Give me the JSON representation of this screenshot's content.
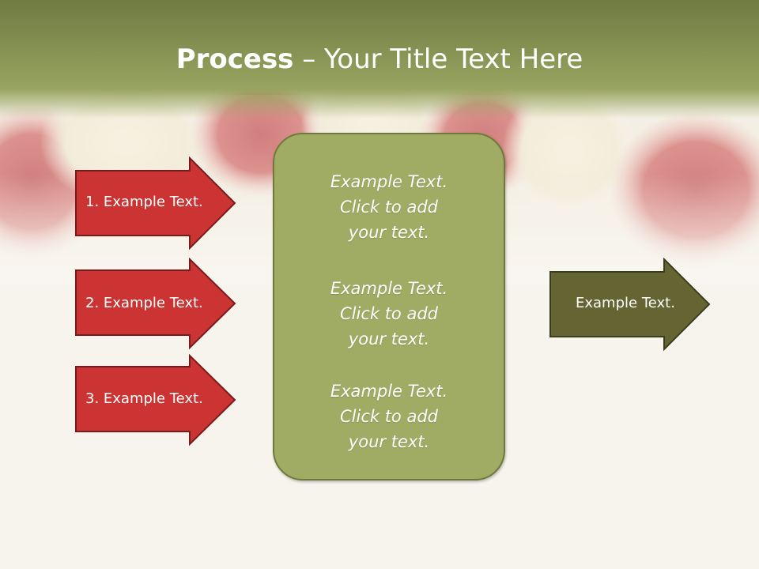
{
  "title": {
    "bold": "Process",
    "rest": " – Your Title Text Here"
  },
  "left_arrows": [
    {
      "label": "1. Example Text."
    },
    {
      "label": "2. Example Text."
    },
    {
      "label": "3. Example Text."
    }
  ],
  "center_box": {
    "paragraphs": [
      {
        "lines": [
          "Example Text.",
          "Click  to add",
          "your text."
        ]
      },
      {
        "lines": [
          "Example Text.",
          "Click  to add",
          "your text."
        ]
      },
      {
        "lines": [
          "Example Text.",
          "Click  to add",
          "your text."
        ]
      }
    ]
  },
  "right_arrow": {
    "label": "Example Text."
  },
  "colors": {
    "title_bar": "#8f9a58",
    "red_arrow": "#cc3333",
    "red_arrow_border": "#7a1a1a",
    "center_box": "#a0ab64",
    "right_arrow": "#656534"
  }
}
